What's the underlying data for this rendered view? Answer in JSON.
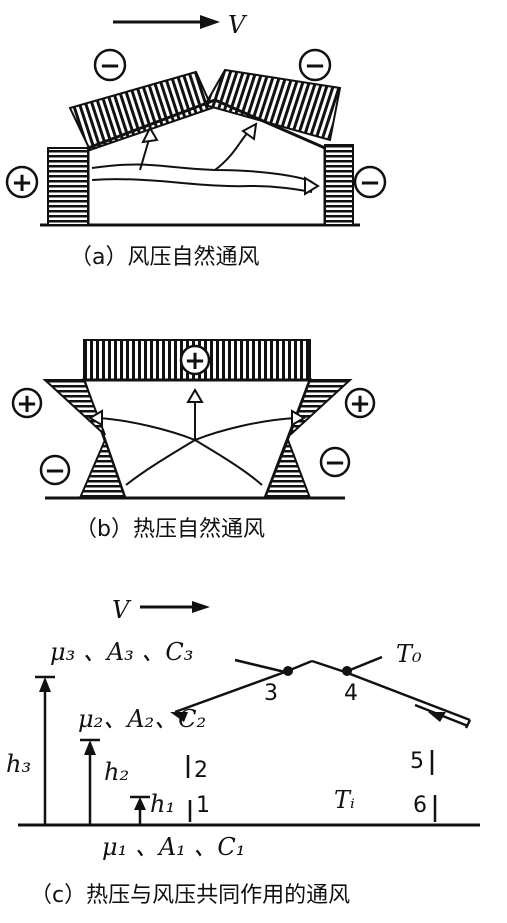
{
  "panel_a": {
    "velocity_label": "V",
    "caption": "（a）风压自然通风",
    "signs": {
      "roof_left": "−",
      "roof_right": "−",
      "wall_left": "+",
      "wall_right": "−"
    }
  },
  "panel_b": {
    "caption": "（b）热压自然通风",
    "signs": {
      "top": "+",
      "upper_left": "+",
      "upper_right": "+",
      "lower_left": "−",
      "lower_right": "−"
    }
  },
  "panel_c": {
    "velocity_label": "V",
    "caption": "（c）热压与风压共同作用的通风",
    "top_params": "μ₃ 、A₃ 、C₃",
    "mid_params": "μ₂、A₂、C₂",
    "bottom_params": "μ₁ 、A₁ 、C₁",
    "outdoor_temp": "T₀",
    "indoor_temp": "Tᵢ",
    "heights": {
      "h3": "h₃",
      "h2": "h₂",
      "h1": "h₁"
    },
    "openings": [
      "1",
      "2",
      "3",
      "4",
      "5",
      "6"
    ]
  }
}
